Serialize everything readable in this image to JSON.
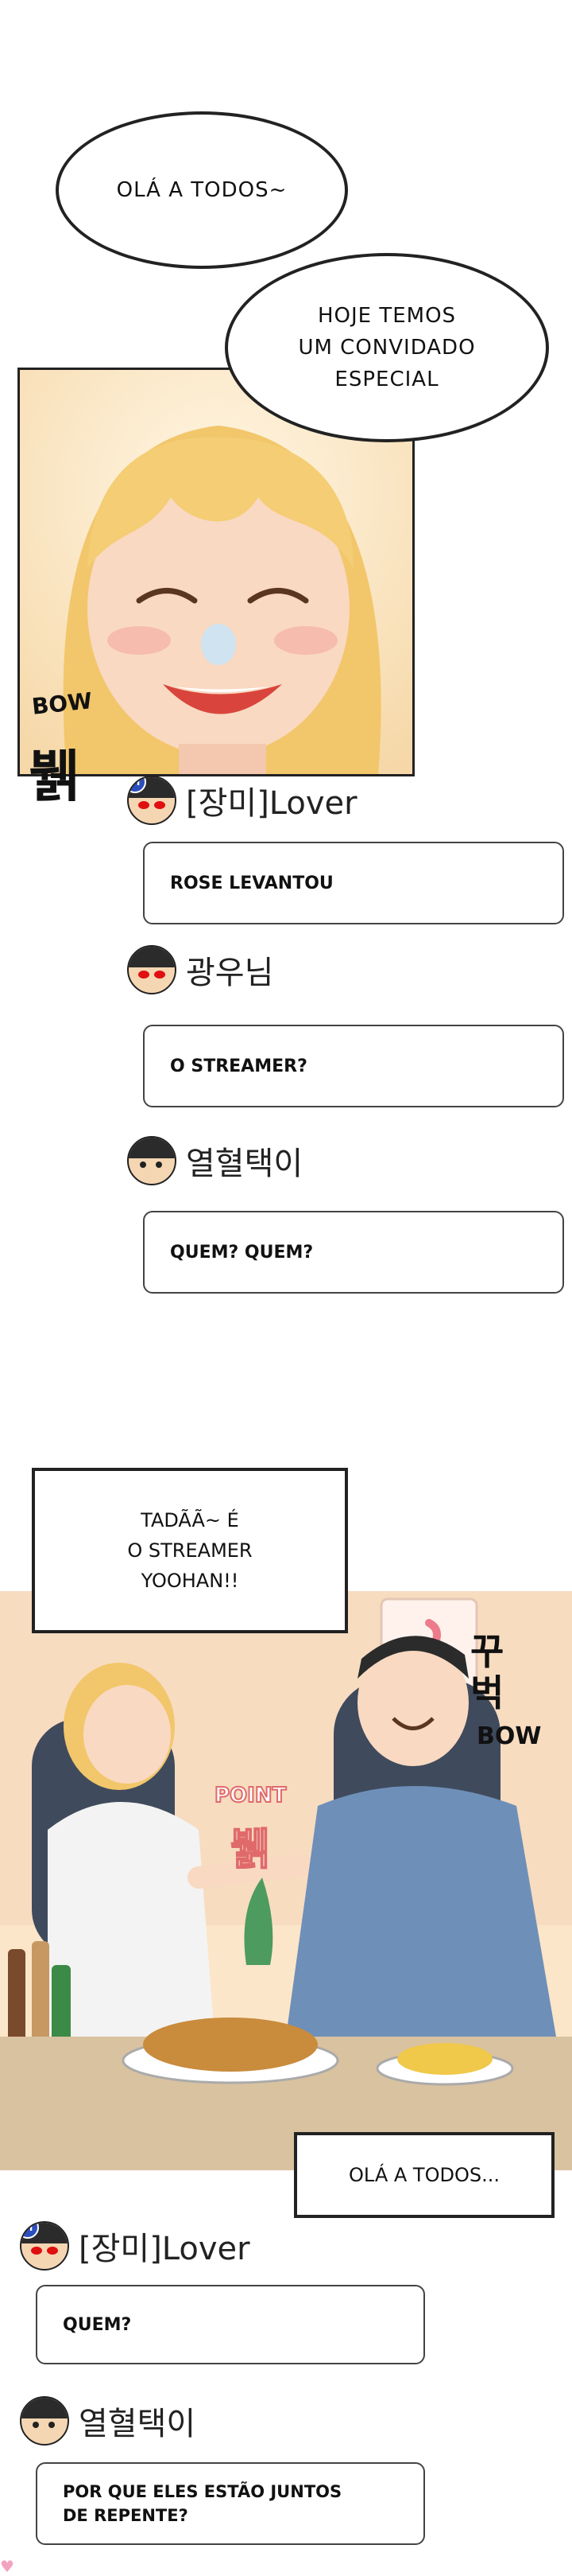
{
  "panel1": {
    "bubble1": "OLÁ A TODOS~",
    "bubble2_lines": [
      "HOJE TEMOS",
      "UM CONVIDADO",
      "ESPECIAL"
    ],
    "sfx_bow": "BOW",
    "sfx_korean": "뷁"
  },
  "chat1": [
    {
      "user": "[장미]Lover",
      "message": "ROSE LEVANTOU",
      "badge": "M"
    },
    {
      "user": "광우님",
      "message": "O STREAMER?"
    },
    {
      "user": "열혈택이",
      "message": "QUEM? QUEM?"
    }
  ],
  "panel2": {
    "bubble_lines": [
      "TADÃÃ~ É",
      "O STREAMER",
      "YOOHAN!!"
    ],
    "sfx_point": "POINT",
    "sfx_point_korean": "뷁",
    "sfx_bow": "BOW",
    "sfx_korean": "꾸벅",
    "bubble_bottom": "OLÁ A TODOS..."
  },
  "chat2": [
    {
      "user": "[장미]Lover",
      "message": "QUEM?",
      "badge": "M"
    },
    {
      "user": "열혈택이",
      "message_lines": [
        "POR QUE ELES ESTÃO JUNTOS",
        "DE REPENTE?"
      ]
    }
  ],
  "colors": {
    "skin": "#f7d2b8",
    "hair_blonde": "#f2c66a",
    "bg_warm": "#fbe6c9",
    "shirt_blue": "#4a6f9e",
    "table": "#d9c2a0"
  }
}
